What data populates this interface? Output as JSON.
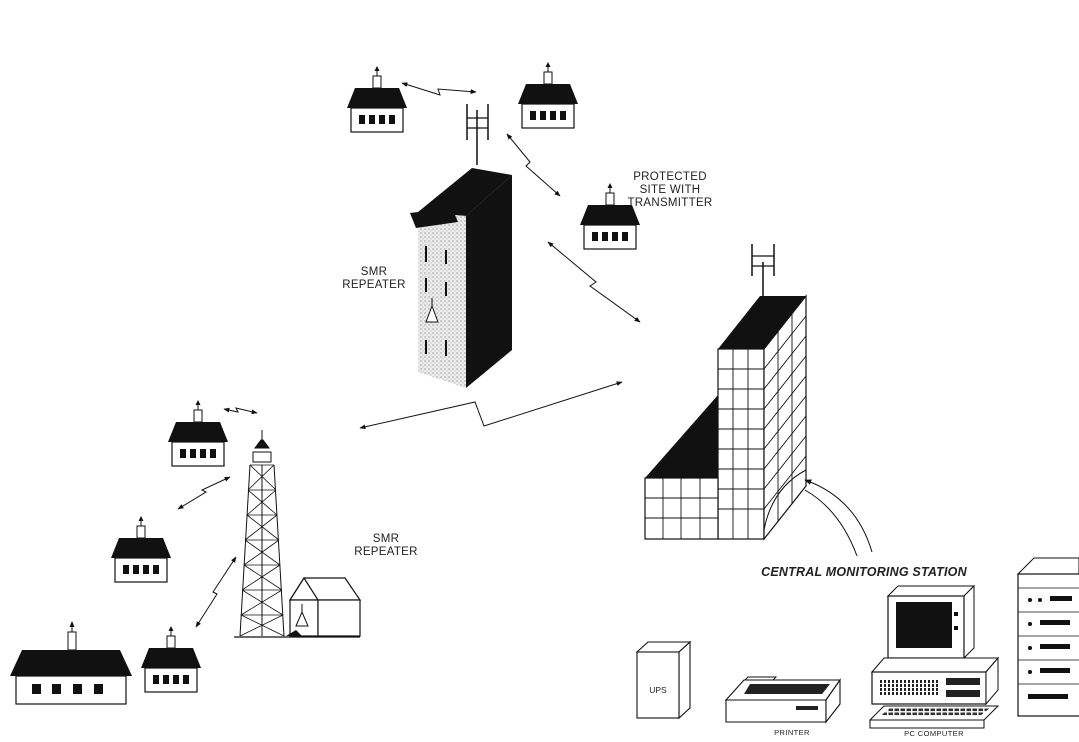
{
  "labels": {
    "protected_site_line1": "PROTECTED",
    "protected_site_line2": "SITE WITH",
    "protected_site_line3": "TRANSMITTER",
    "smr_repeater_top_line1": "SMR",
    "smr_repeater_top_line2": "REPEATER",
    "smr_repeater_bottom_line1": "SMR",
    "smr_repeater_bottom_line2": "REPEATER",
    "central_station": "CENTRAL MONITORING STATION",
    "ups": "UPS",
    "printer": "PRINTER",
    "pc_computer": "PC COMPUTER"
  },
  "colors": {
    "ink": "#111111",
    "paper": "#ffffff",
    "stipple": "#bdbdbd"
  }
}
